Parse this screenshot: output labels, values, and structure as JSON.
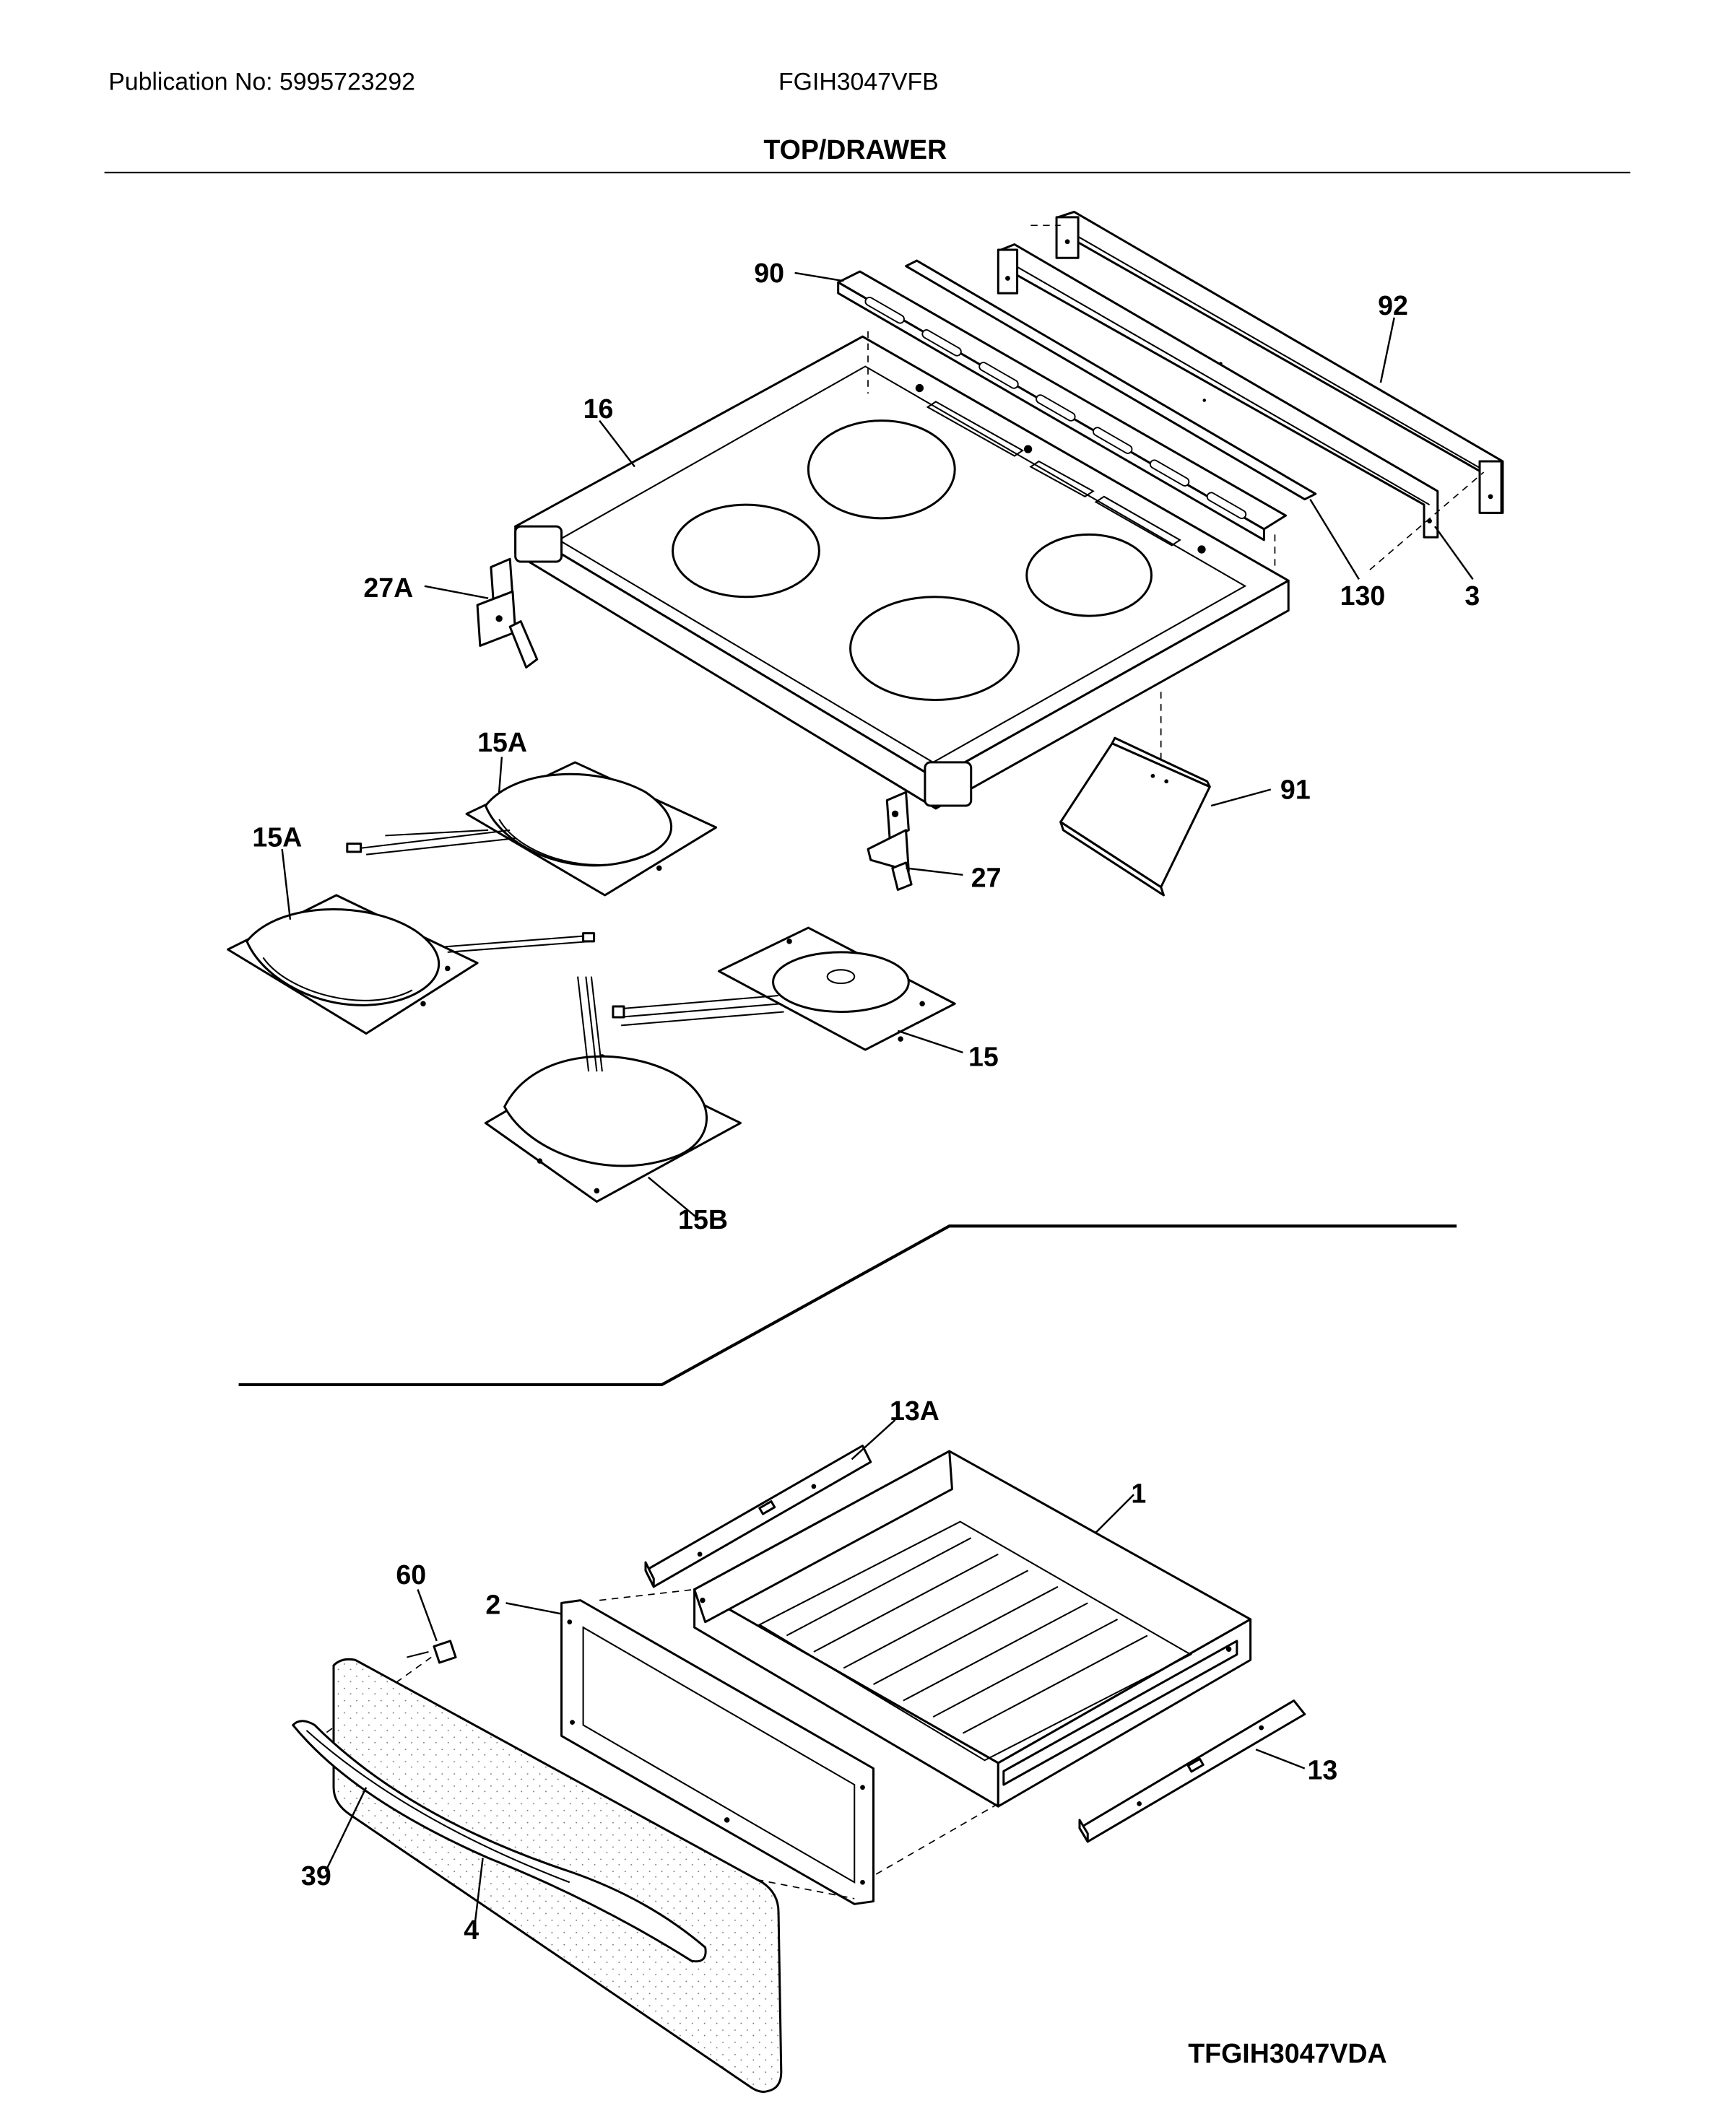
{
  "header": {
    "publication": "Publication No: 5995723292",
    "model": "FGIH3047VFB",
    "section_title": "TOP/DRAWER"
  },
  "footer": {
    "diagram_code": "TFGIH3047VDA"
  },
  "callouts": {
    "p90": "90",
    "p92": "92",
    "p16": "16",
    "p27A": "27A",
    "p130": "130",
    "p3": "3",
    "p15A_top": "15A",
    "p15A_left": "15A",
    "p91": "91",
    "p27": "27",
    "p15": "15",
    "p15B": "15B",
    "p13A": "13A",
    "p1": "1",
    "p60": "60",
    "p2": "2",
    "p13": "13",
    "p39": "39",
    "p4": "4"
  }
}
